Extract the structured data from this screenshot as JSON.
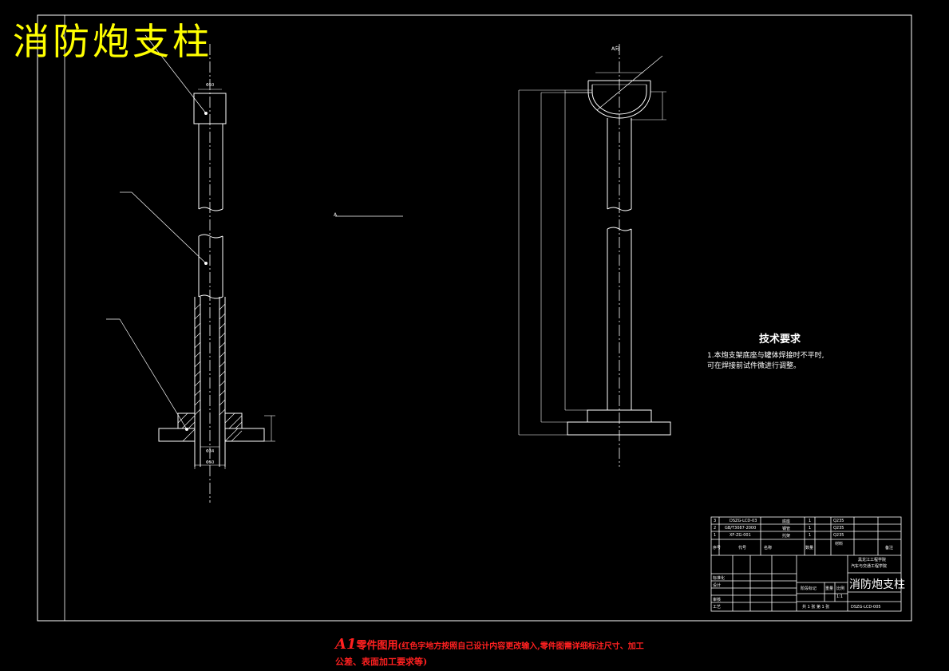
{
  "drawing": {
    "main_title": "消防炮支柱",
    "tech_requirements": {
      "title": "技术要求",
      "lines": [
        "1.本炮支架底座与罐体焊接时不平时,",
        "   可在焊接前试件微进行调整。"
      ]
    },
    "view_label": "A向",
    "section_marker": "A"
  },
  "title_block": {
    "parts": [
      {
        "no": "3",
        "code": "DSZG-LCD-03",
        "name": "底座",
        "qty": "1",
        "material": "Q235"
      },
      {
        "no": "2",
        "code": "GB/T3087-2000",
        "name": "钢管",
        "qty": "1",
        "material": "Q235"
      },
      {
        "no": "1",
        "code": "XF-ZG-001",
        "name": "托架",
        "qty": "1",
        "material": "Q235"
      }
    ],
    "header": {
      "no": "序号",
      "code": "代号",
      "name": "名称",
      "qty": "数量",
      "material": "材料",
      "note": "备注"
    },
    "school": "黑龙江工程学院",
    "department": "汽车与交通工程学院",
    "drawing_name": "消防炮支柱",
    "drawing_no": "DSZG-LCD-005",
    "scale": "1:1",
    "sheet_info": "共 1 张  第 1 张",
    "labels": {
      "designer": "设计",
      "checker": "审核",
      "process": "工艺",
      "standardization": "标准化",
      "stage": "阶段标记",
      "weight": "重量",
      "scale_label": "比例"
    }
  },
  "footer": {
    "a1": "A1",
    "title": "零件图用",
    "note_line1": "(红色字地方按照自己设计内容更改输入,零件图需详细标注尺寸、加工",
    "note_line2": "公差、表面加工要求等)"
  },
  "colors": {
    "background": "#000000",
    "lines": "#ffffff",
    "title": "#ffff00",
    "note": "#ff2020"
  }
}
